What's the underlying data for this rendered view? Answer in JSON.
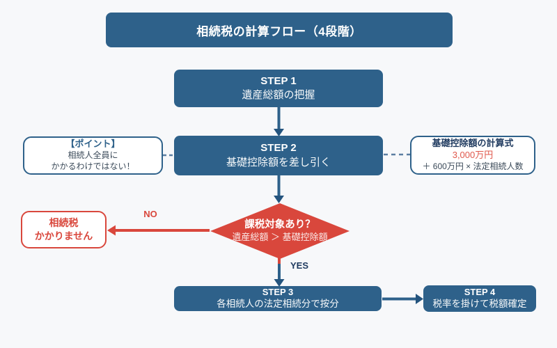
{
  "colors": {
    "primary": "#2e618a",
    "primary-dark": "#24547e",
    "red": "#d9473c",
    "red-text": "#e0584c",
    "navy": "#1f3a5f",
    "dash": "#5c7ea1",
    "bg": "#f7f8fa",
    "text-dark": "#3b4a59"
  },
  "title": "相続税の計算フロー（4段階）",
  "steps": {
    "step1": {
      "label": "STEP 1",
      "text": "遺産総額の把握"
    },
    "step2": {
      "label": "STEP 2",
      "text": "基礎控除額を差し引く"
    },
    "step3": {
      "label": "STEP 3",
      "text": "各相続人の法定相続分で按分"
    },
    "step4": {
      "label": "STEP 4",
      "text": "税率を掛けて税額確定"
    }
  },
  "point_note": {
    "heading": "【ポイント】",
    "line1": "相続人全員に",
    "line2": "かかるわけではない！"
  },
  "formula_note": {
    "heading": "基礎控除額の計算式",
    "amount": "3,000万円",
    "formula": "＋ 600万円 × 法定相続人数"
  },
  "decision": {
    "question": "課税対象あり？",
    "condition": "遺産総額 ＞ 基礎控除額",
    "yes_label": "YES",
    "no_label": "NO"
  },
  "no_result": {
    "line1": "相続税",
    "line2": "かかりません"
  }
}
